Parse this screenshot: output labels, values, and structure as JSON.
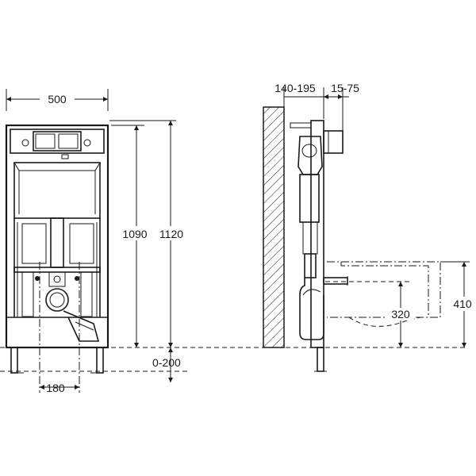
{
  "dimensions": {
    "width_frame": "500",
    "height_frame": "1090",
    "height_total": "1120",
    "floor_adjust": "0-200",
    "outlet_offset": "180",
    "wall_depth": "140-195",
    "front_depth": "15-75",
    "bowl_height": "320",
    "bowl_total_height": "410"
  }
}
